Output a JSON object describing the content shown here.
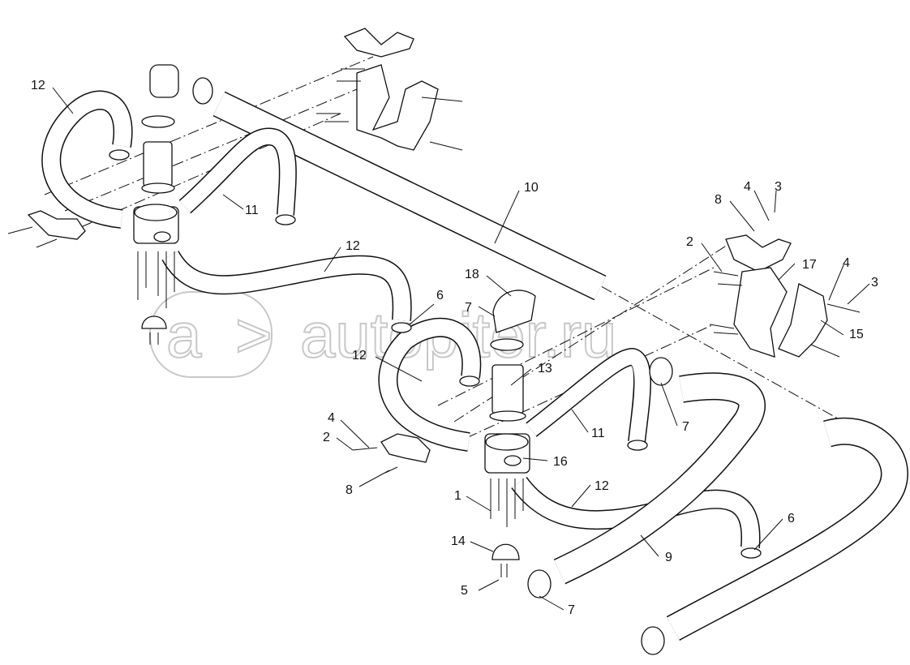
{
  "watermark": {
    "text": "autopiter.ru"
  },
  "callouts": {
    "c12a": "12",
    "c11a": "11",
    "c10": "10",
    "c12b": "12",
    "c18": "18",
    "c7a": "7",
    "c6a": "6",
    "c12c": "12",
    "c13": "13",
    "c11b": "11",
    "c7b": "7",
    "c16": "16",
    "c4a": "4",
    "c2a": "2",
    "c8a": "8",
    "c1": "1",
    "c12d": "12",
    "c14": "14",
    "c5": "5",
    "c7c": "7",
    "c9": "9",
    "c6b": "6",
    "c8b": "8",
    "c4b": "4",
    "c3a": "3",
    "c2b": "2",
    "c17": "17",
    "c4c": "4",
    "c3b": "3",
    "c15": "15"
  }
}
